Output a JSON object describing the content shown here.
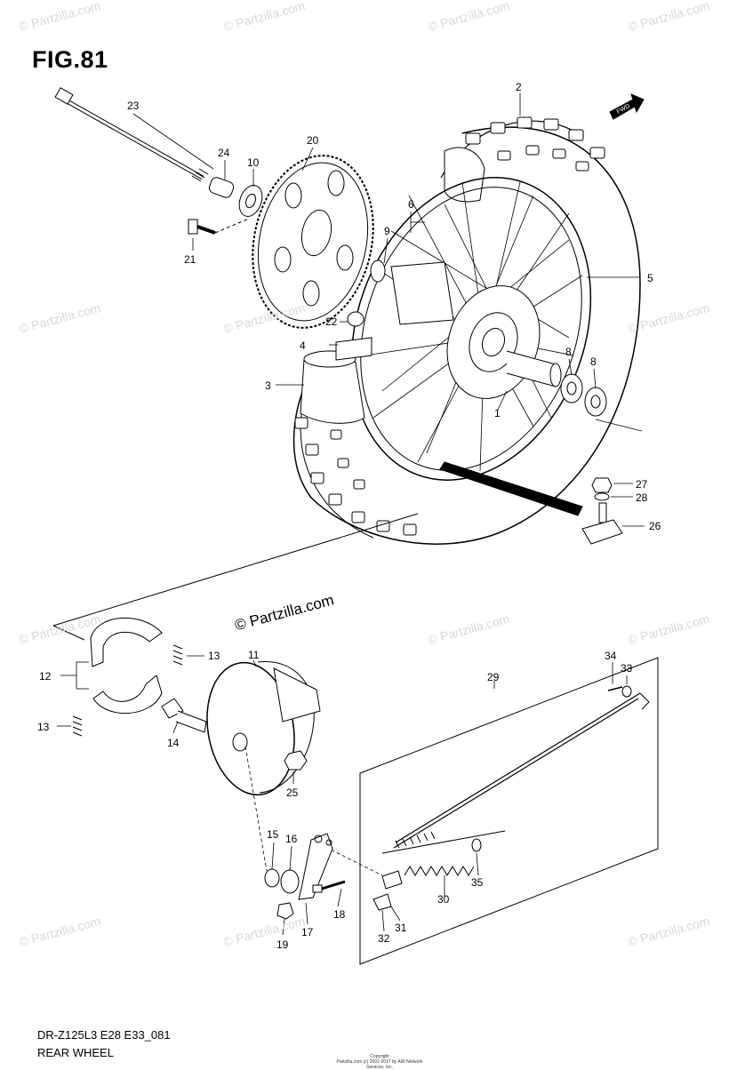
{
  "figure_title": "FIG.81",
  "footer": {
    "code": "DR-Z125L3 E28 E33_081",
    "name": "REAR WHEEL"
  },
  "copyright_overlay": "© Partzilla.com",
  "watermark_text": "© Partzilla.com",
  "small_print": {
    "line1": "Copyright",
    "line2": "Partzilla.com (c) 2001-2017 by ARI Network Services, Inc."
  },
  "fwd_badge": "FWD",
  "callouts": [
    "1",
    "2",
    "3",
    "4",
    "5",
    "6",
    "8",
    "8",
    "9",
    "10",
    "11",
    "12",
    "13",
    "13",
    "14",
    "15",
    "16",
    "17",
    "18",
    "19",
    "20",
    "21",
    "22",
    "23",
    "24",
    "25",
    "26",
    "27",
    "28",
    "29",
    "30",
    "31",
    "32",
    "33",
    "34",
    "35"
  ]
}
